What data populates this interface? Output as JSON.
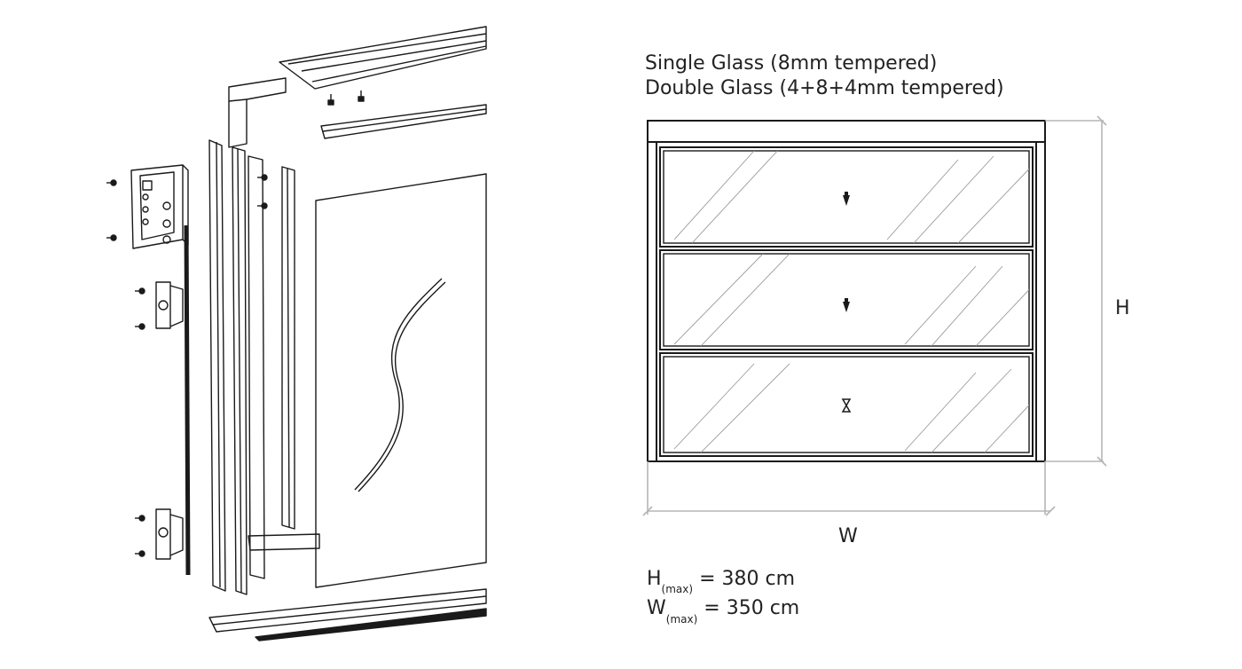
{
  "spec": {
    "line1": "Single Glass (8mm tempered)",
    "line2": "Double Glass (4+8+4mm tempered)"
  },
  "dimensions": {
    "h_label": "H",
    "w_label": "W",
    "h_max_symbol": "H",
    "h_max_sub": "(max)",
    "h_max_value": "= 380 cm",
    "w_max_symbol": "W",
    "w_max_sub": "(max)",
    "w_max_value": "= 350 cm"
  },
  "colors": {
    "line": "#1a1a1a",
    "dim_line": "#b5b5b5",
    "glass_hatch": "#9a9a9a"
  },
  "icons": [
    "lock-arrow-icon",
    "lock-arrow-icon",
    "hourglass-hinge-icon"
  ]
}
